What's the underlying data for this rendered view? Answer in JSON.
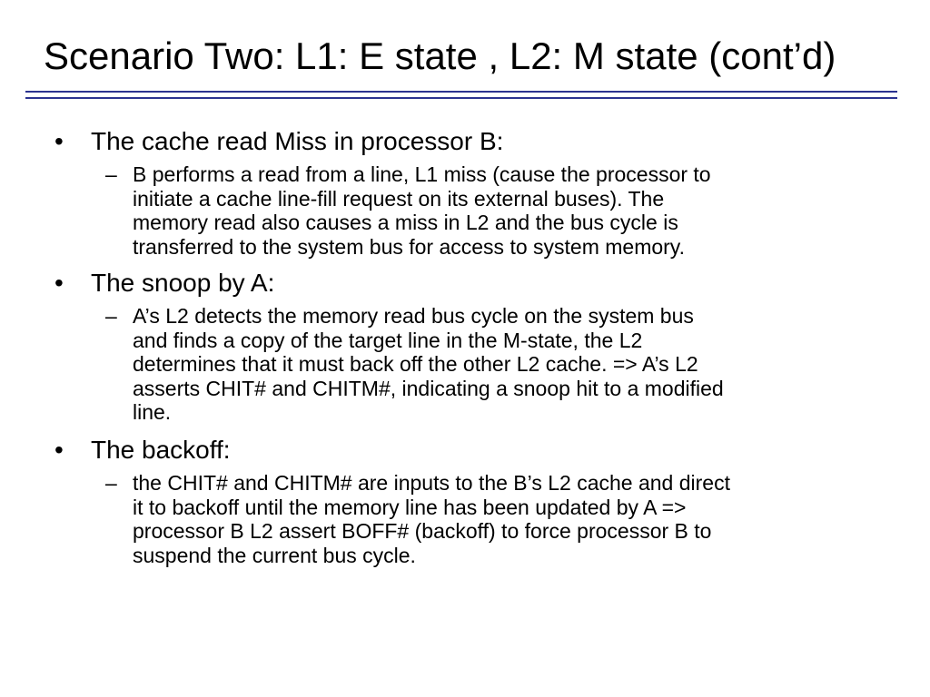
{
  "slide": {
    "title": "Scenario Two: L1: E state , L2: M state (cont’d)",
    "bullet_glyph": "•",
    "dash_glyph": "–",
    "rule_color": "#2b3390",
    "bullets": [
      {
        "text": "The cache read Miss in processor B:",
        "sub_lines": [
          "B performs a read from a line, L1 miss (cause the processor to",
          "initiate a cache line-fill request on its external buses). The",
          "memory read also causes a miss in L2 and the bus cycle is",
          "transferred to the system bus for access to system memory."
        ]
      },
      {
        "text": "The snoop by A:",
        "sub_lines": [
          "A’s L2 detects the memory read bus cycle on the system bus",
          "and finds a copy of the target line in the M-state, the L2",
          "determines that it must back off the other L2 cache. => A’s L2",
          "asserts CHIT# and CHITM#, indicating a snoop hit to a modified",
          "line."
        ]
      },
      {
        "text": "The backoff:",
        "sub_lines": [
          "the CHIT# and CHITM# are inputs to the B’s L2 cache and direct",
          "it to backoff until the memory line has been updated by A =>",
          "processor B L2 assert BOFF# (backoff) to force processor B to",
          "suspend the current bus cycle."
        ]
      }
    ]
  }
}
